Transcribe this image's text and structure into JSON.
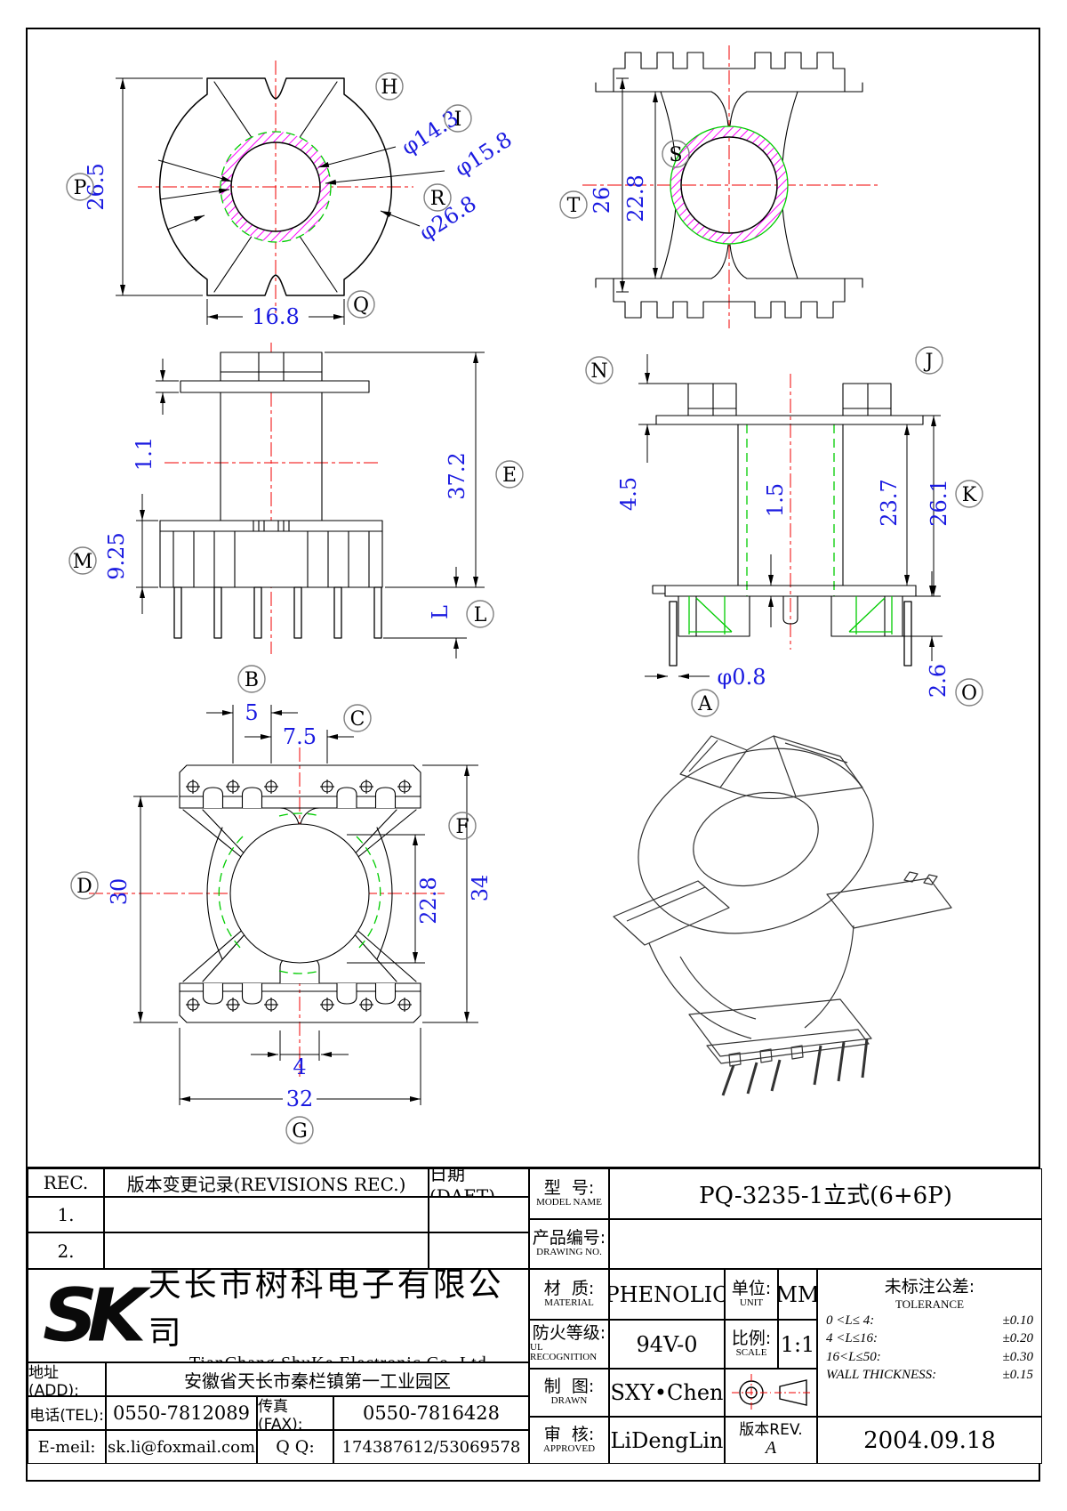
{
  "colors": {
    "dim_text": "#1a1ae0",
    "centerline": "#f20000",
    "hatch": "#ff00ff",
    "aux_green": "#00cc00",
    "outline": "#000000"
  },
  "views": {
    "front": {
      "balloons": {
        "p": "P",
        "h": "H",
        "i": "I",
        "r": "R",
        "q": "Q"
      },
      "dims": {
        "height": "26.5",
        "width": "16.8",
        "hole_dia": "φ14.3",
        "tube_dia": "φ15.8",
        "outer_dia": "φ26.8"
      }
    },
    "top": {
      "balloons": {
        "t": "T",
        "s": "S"
      },
      "dims": {
        "overall": "26",
        "window": "22.8"
      }
    },
    "front_elevation": {
      "balloons": {
        "e": "E",
        "m": "M",
        "l": "L",
        "b": "B"
      },
      "dims": {
        "flange": "1.1",
        "overall_height": "37.2",
        "base_height": "9.25",
        "pin_length": "L"
      }
    },
    "side_elevation": {
      "balloons": {
        "n": "N",
        "j": "J",
        "k": "K",
        "a": "A",
        "o": "O"
      },
      "dims": {
        "top_margin": "4.5",
        "wall": "1.5",
        "winding_height": "23.7",
        "flange_span": "26.1",
        "pin_dia": "φ0.8",
        "standoff": "2.6"
      }
    },
    "bottom": {
      "balloons": {
        "c": "C",
        "d": "D",
        "f": "F",
        "g": "G"
      },
      "dims": {
        "pin_pitch": "5",
        "center_pitch": "7.5",
        "body_width": "30",
        "window": "22.8",
        "overall": "34",
        "slot": "4",
        "overall_width": "32"
      }
    }
  },
  "revisions": {
    "col_rec": "REC.",
    "col_desc": "版本变更记录(REVISIONS REC.)",
    "col_date": "日期(DAET)",
    "row1": "1.",
    "row2": "2."
  },
  "company": {
    "logo": "SK",
    "name_cn": "天长市树科电子有限公司",
    "name_en": "TianChang ShuKe Electronic Co.,Ltd",
    "address_label": "地址(ADD):",
    "address": "安徽省天长市秦栏镇第一工业园区",
    "tel_label": "电话(TEL):",
    "tel": "0550-7812089",
    "fax_label": "传真(FAX):",
    "fax": "0550-7816428",
    "email_label": "E-meil:",
    "email": "sk.li@foxmail.com",
    "qq_label": "Q Q:",
    "qq": "174387612/53069578"
  },
  "spec": {
    "model_label": "型  号:",
    "model_sub": "MODEL NAME",
    "model": "PQ-3235-1立式(6+6P)",
    "drawing_no_label": "产品编号:",
    "drawing_no_sub": "DRAWING NO.",
    "drawing_no": "",
    "material_label": "材  质:",
    "material_sub": "MATERIAL",
    "material": "PHENOLIC",
    "unit_label": "单位:",
    "unit_sub": "UNIT",
    "unit": "MM",
    "ul_label": "防火等级:",
    "ul_sub": "UL RECOGNITION",
    "ul": "94V-0",
    "scale_label": "比例:",
    "scale_sub": "SCALE",
    "scale": "1:1",
    "drawn_label": "制  图:",
    "drawn_sub": "DRAWN",
    "drawn": "SXY•Chen",
    "approved_label": "审  核:",
    "approved_sub": "APPROVED",
    "approved": "LiDengLin",
    "rev_label": "版本REV.",
    "rev": "A",
    "date": "2004.09.18",
    "tolerance_title": "未标注公差:",
    "tolerance_sub": "TOLERANCE",
    "tol_rows": [
      {
        "range": "0 <L≤ 4:",
        "val": "±0.10"
      },
      {
        "range": "4 <L≤16:",
        "val": "±0.20"
      },
      {
        "range": "16<L≤50:",
        "val": "±0.30"
      },
      {
        "range": "WALL THICKNESS:",
        "val": "±0.15"
      }
    ]
  }
}
